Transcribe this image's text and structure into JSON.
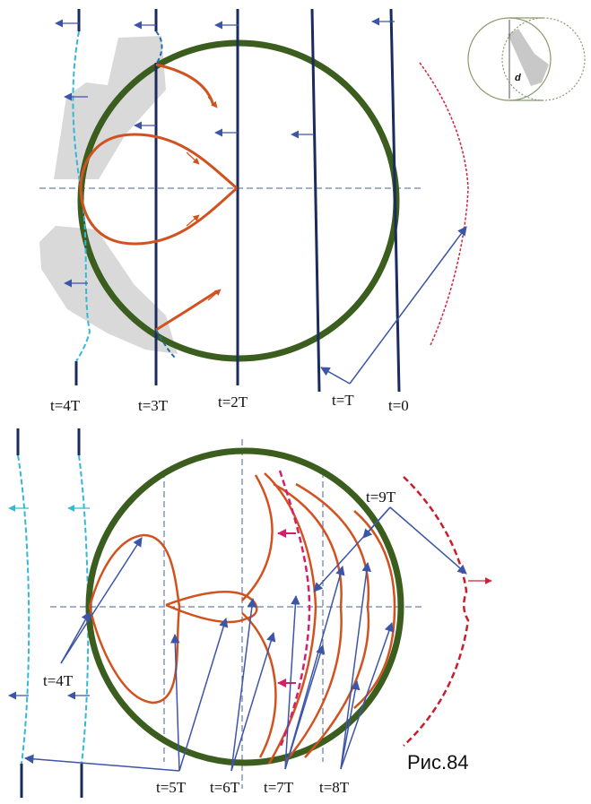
{
  "figure_caption": "Рис.84",
  "inset_label": "d",
  "top_panel_labels": [
    "t=4T",
    "t=3T",
    "t=2T",
    "t=T",
    "t=0"
  ],
  "bottom_panel_labels": [
    "t=9T",
    "t=4T",
    "t=5T",
    "t=6T",
    "t=7T",
    "t=8T"
  ],
  "colors": {
    "circle": "#3b5e1f",
    "wavefront": "#1a2c5c",
    "dashed_front": "#35b8d8",
    "reflected": "#d2521f",
    "pointer": "#3d55a6",
    "axis_dash": "#4a5f9a",
    "red_dash": "#d0223a",
    "shadow": "#d9d9d9",
    "inset_stroke": "#8a9a6e"
  }
}
